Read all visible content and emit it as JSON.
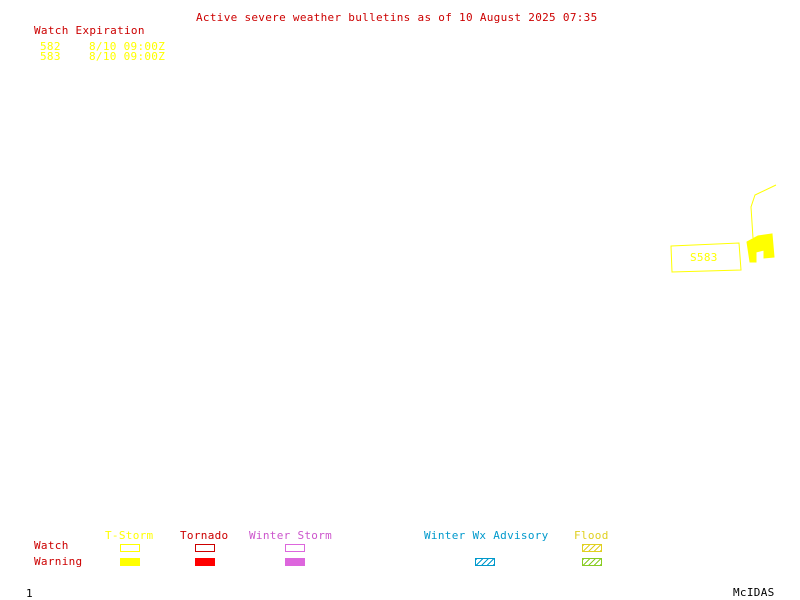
{
  "title": "Active severe weather bulletins as of 10 August 2025 07:35",
  "watch_list": {
    "header": "Watch Expiration",
    "rows": [
      {
        "id": "582",
        "expires": "8/10 09:00Z"
      },
      {
        "id": "583",
        "expires": "8/10 09:00Z"
      }
    ]
  },
  "map": {
    "watch_label": "S583"
  },
  "legend": {
    "row_watch": "Watch",
    "row_warning": "Warning",
    "tstorm": "T-Storm",
    "tornado": "Tornado",
    "winter_storm": "Winter Storm",
    "winter_wx": "Winter Wx Advisory",
    "flood": "Flood"
  },
  "colors": {
    "tstorm": "#ffff00",
    "tornado": "#ff0000",
    "winter_storm": "#dd66dd",
    "winter_wx": "#0099cc",
    "flood": "#88cc22",
    "title": "#cc0000"
  },
  "footer": {
    "frame": "1",
    "brand": "McIDAS"
  }
}
